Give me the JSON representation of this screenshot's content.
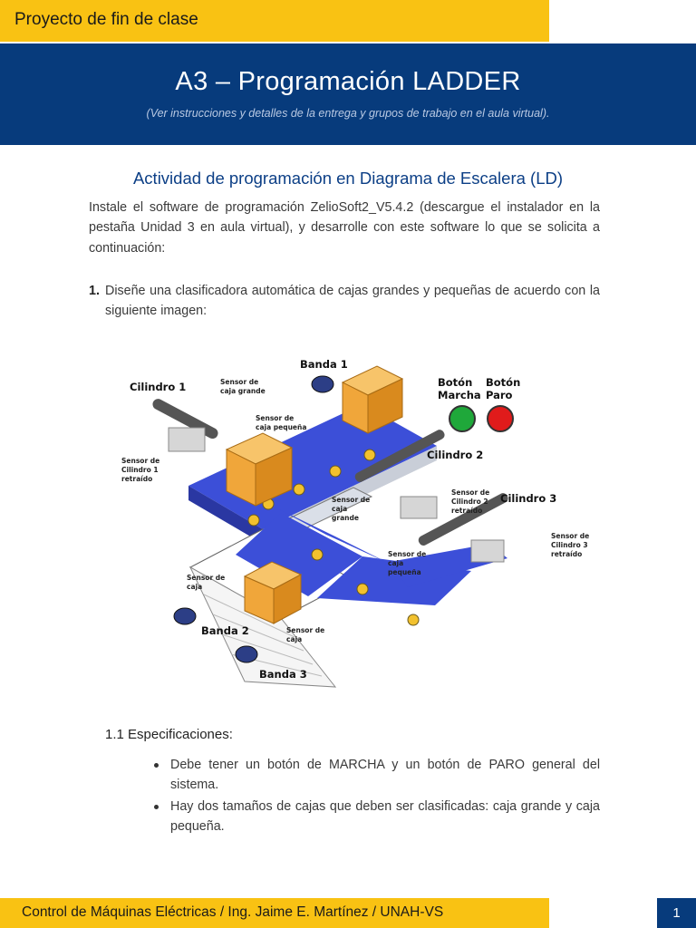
{
  "header": {
    "project_label": "Proyecto de fin de clase",
    "title": "A3 – Programación LADDER",
    "subtitle": "(Ver instrucciones y detalles de la entrega y grupos de trabajo en el aula virtual)."
  },
  "activity": {
    "title": "Actividad de programación en Diagrama de Escalera (LD)",
    "intro": "Instale el software de programación ZelioSoft2_V5.4.2 (descargue el instalador en la pestaña Unidad 3 en aula virtual), y desarrolle con este software lo que se solicita a continuación:"
  },
  "item1": {
    "number": "1.",
    "text": "Diseñe una clasificadora automática de cajas grandes y pequeñas de acuerdo con la siguiente imagen:"
  },
  "figure": {
    "labels": {
      "banda1": "Banda 1",
      "cilindro1": "Cilindro 1",
      "sensor_caja_grande_1": "Sensor de",
      "sensor_caja_grande_2": "caja grande",
      "sensor_caja_pequena_1": "Sensor de",
      "sensor_caja_pequena_2": "caja pequeña",
      "boton_marcha_1": "Botón",
      "boton_marcha_2": "Marcha",
      "boton_paro_1": "Botón",
      "boton_paro_2": "Paro",
      "sensor_cil1_1": "Sensor de",
      "sensor_cil1_2": "Cilindro 1",
      "sensor_cil1_3": "retraído",
      "cilindro2": "Cilindro 2",
      "sensor_cil2_1": "Sensor de",
      "sensor_cil2_2": "Cilindro 2",
      "sensor_cil2_3": "retraído",
      "cilindro3": "Cilindro 3",
      "sensor_cil3_1": "Sensor de",
      "sensor_cil3_2": "Cilindro 3",
      "sensor_cil3_3": "retraído",
      "sensor_mid_1": "Sensor de",
      "sensor_mid_2": "caja",
      "sensor_mid_3": "grande",
      "sensor_mid2_1": "Sensor de",
      "sensor_mid2_2": "caja",
      "sensor_mid2_3": "pequeña",
      "sensor_caja_1": "Sensor de",
      "sensor_caja_2": "caja",
      "sensor_caja_b_1": "Sensor de",
      "sensor_caja_b_2": "caja",
      "banda2": "Banda 2",
      "banda3": "Banda 3"
    },
    "colors": {
      "belt": "#3c4fd8",
      "box": "#f0a63a",
      "green_button": "#1fa83a",
      "red_button": "#e01b1b"
    }
  },
  "specs": {
    "title": "1.1 Especificaciones:",
    "items": [
      "Debe tener un botón de MARCHA y un botón de PARO general del sistema.",
      "Hay dos tamaños de cajas que deben ser clasificadas: caja grande y caja pequeña."
    ]
  },
  "footer": {
    "text": "Control de Máquinas Eléctricas / Ing. Jaime E. Martínez / UNAH-VS",
    "page": "1"
  },
  "theme": {
    "yellow": "#f9c213",
    "navy": "#073b7c",
    "heading_blue": "#0c3f86"
  }
}
